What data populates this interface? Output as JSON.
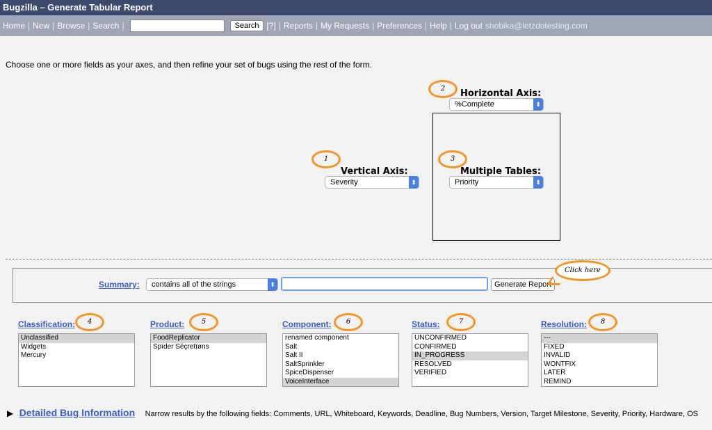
{
  "window": {
    "title": "Bugzilla – Generate Tabular Report"
  },
  "nav": {
    "links": [
      "Home",
      "New",
      "Browse",
      "Search"
    ],
    "search_button": "Search",
    "help_q": "[?]",
    "links2": [
      "Reports",
      "My Requests",
      "Preferences",
      "Help",
      "Log out"
    ],
    "user": "shobika@letzdotesting.com"
  },
  "intro": "Choose one or more fields as your axes, and then refine your set of bugs using the rest of the form.",
  "axes": {
    "horizontal": {
      "label": "Horizontal Axis:",
      "value": "%Complete"
    },
    "vertical": {
      "label": "Vertical Axis:",
      "value": "Severity"
    },
    "tables": {
      "label": "Multiple Tables:",
      "value": "Priority"
    }
  },
  "callouts": [
    "1",
    "2",
    "3",
    "4",
    "5",
    "6",
    "7",
    "8"
  ],
  "click_here": "Click here",
  "summary": {
    "label": "Summary:",
    "operator": "contains all of the strings",
    "value": "",
    "button": "Generate Report"
  },
  "fields": {
    "classification": {
      "label": "Classification:",
      "options": [
        "Unclassified",
        "Widgets",
        "Mercury"
      ]
    },
    "product": {
      "label": "Product:",
      "options": [
        "FoodReplicator",
        "Spïder Séçretïøns"
      ]
    },
    "component": {
      "label": "Component:",
      "options": [
        "renamed component",
        "Salt",
        "Salt II",
        "SaltSprinkler",
        "SpiceDispenser",
        "VoiceInterface"
      ]
    },
    "status": {
      "label": "Status:",
      "options": [
        "UNCONFIRMED",
        "CONFIRMED",
        "IN_PROGRESS",
        "RESOLVED",
        "VERIFIED"
      ]
    },
    "resolution": {
      "label": "Resolution:",
      "options": [
        "---",
        "FIXED",
        "INVALID",
        "WONTFIX",
        "LATER",
        "REMIND"
      ]
    }
  },
  "detail": {
    "link": "Detailed Bug Information",
    "narrow": "Narrow results by the following fields: Comments, URL, Whiteboard, Keywords, Deadline, Bug Numbers, Version, Target Milestone, Severity, Priority, Hardware, OS"
  }
}
